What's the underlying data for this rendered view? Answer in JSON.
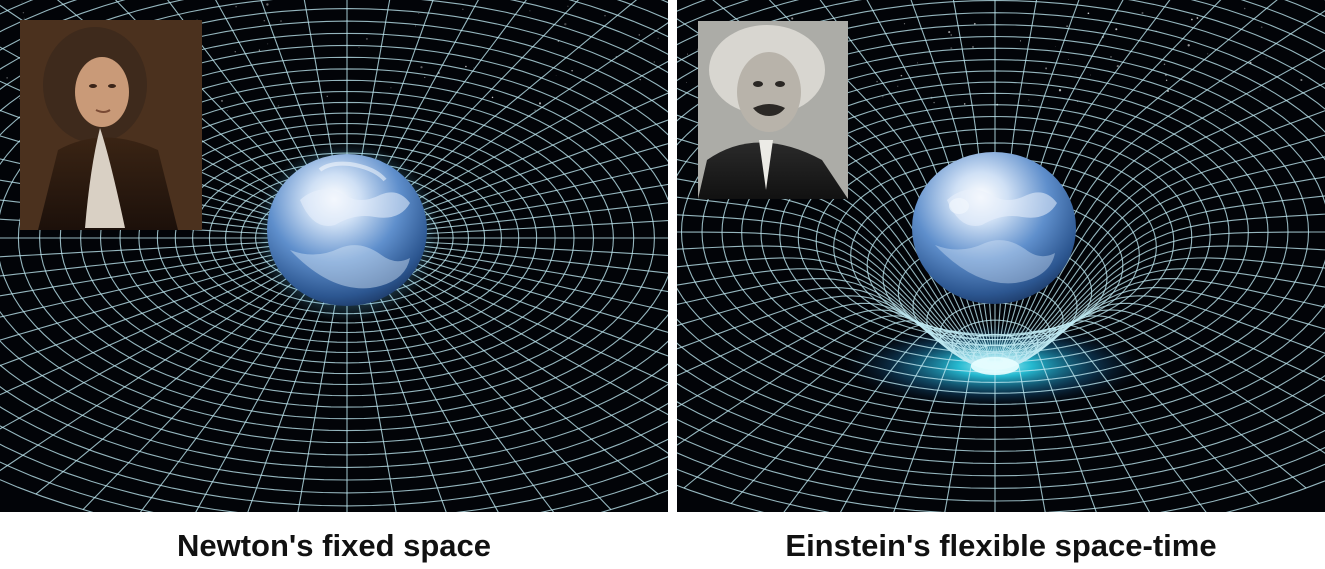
{
  "panels": [
    {
      "caption": "Newton's fixed space",
      "portrait": "isaac-newton-portrait",
      "model": "flat-grid"
    },
    {
      "caption": "Einstein's flexible space-time",
      "portrait": "albert-einstein-portrait",
      "model": "curved-grid-well"
    }
  ],
  "colors": {
    "background": "#020408",
    "grid_line": "#bfe9f2",
    "planet_blue": "#3f74b8",
    "well_glow": "#2bd8f2",
    "caption_text": "#111111"
  }
}
